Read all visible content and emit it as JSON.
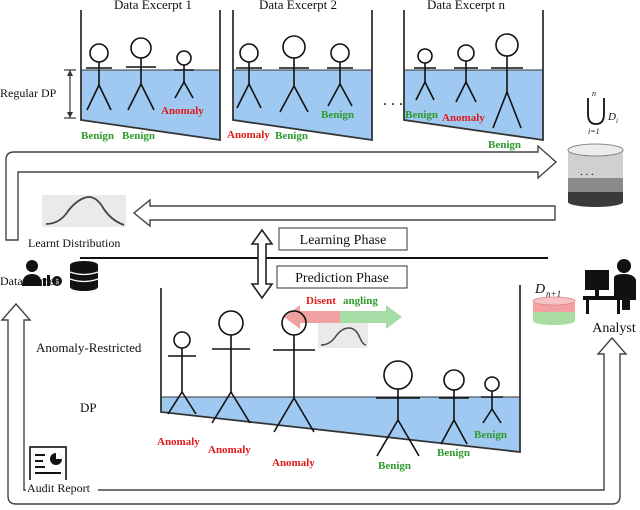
{
  "excerpts": {
    "e1": "Data Excerpt 1",
    "e2": "Data Excerpt 2",
    "en": "Data Excerpt n",
    "dots": ". . ."
  },
  "labels": {
    "regular_dp": "Regular DP",
    "learnt_distribution": "Learnt Distribution",
    "learning_phase": "Learning Phase",
    "prediction_phase": "Prediction Phase",
    "data_owner": "Data Owner",
    "analyst": "Analyst",
    "audit_report": "Audit Report",
    "anomaly_restricted": "Anomaly-Restricted",
    "dp": "DP",
    "disent": "Disent",
    "angling": "angling",
    "benign": "Benign",
    "anomaly": "Anomaly",
    "union_n": "n",
    "union_i1": "i=1",
    "union_D": "D",
    "union_i": "i",
    "dn1_D": "D",
    "dn1_sub": "n+1",
    "db_dots": ". . ."
  },
  "colors": {
    "water": "#9fc9f0",
    "green": "#2e9a2e",
    "red": "#e01b1b",
    "arrow_red": "#f0a0a0",
    "arrow_green": "#a6dca6"
  }
}
